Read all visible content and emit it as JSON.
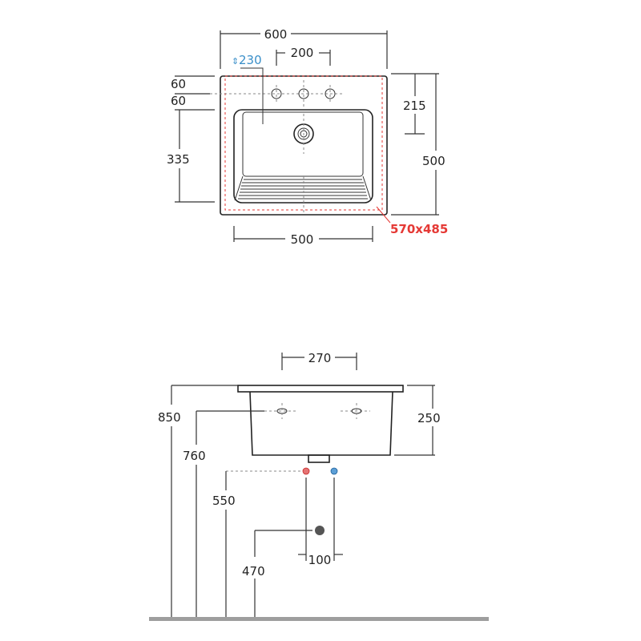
{
  "top_view": {
    "width_total": "600",
    "tap_spacing": "200",
    "tap_offset": "230",
    "tap_offset_icon": "up-down-arrow-icon",
    "left_top": "60",
    "left_second": "60",
    "left_basin": "335",
    "right_upper": "215",
    "right_total": "500",
    "bottom_width": "500",
    "cutout": "570x485"
  },
  "side_view": {
    "tap_spacing": "270",
    "height_top": "850",
    "height_taps": "760",
    "height_supply": "550",
    "height_waste": "470",
    "supply_spacing": "100",
    "basin_depth": "250"
  },
  "colors": {
    "blue": "#3a8fc9",
    "red": "#e53935",
    "hot_marker": "#e57373",
    "cold_marker": "#5c9fd6",
    "floor": "#9e9e9e",
    "waste": "#555555"
  }
}
